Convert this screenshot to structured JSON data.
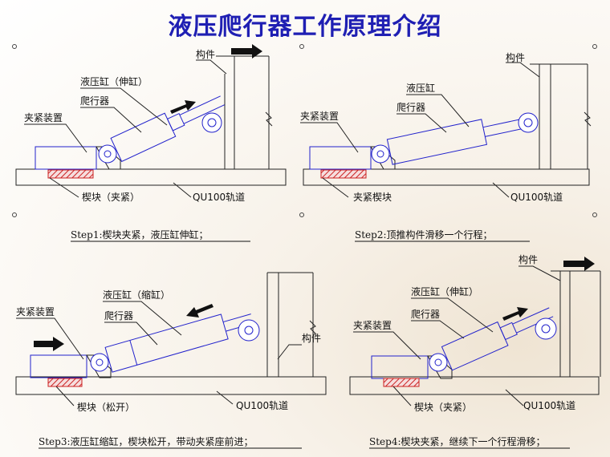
{
  "title": "液压爬行器工作原理介绍",
  "panel1": {
    "member": "构件",
    "cylinder": "液压缸（伸缸）",
    "crawler": "爬行器",
    "clamp": "夹紧装置",
    "wedge": "楔块（夹紧）",
    "rail": "QU100轨道",
    "caption": "Step1:楔块夹紧，液压缸伸缸；"
  },
  "panel2": {
    "member": "构件",
    "cylinder": "液压缸",
    "crawler": "爬行器",
    "clamp": "夹紧装置",
    "wedge": "夹紧楔块",
    "rail": "QU100轨道",
    "caption": "Step2:顶推构件滑移一个行程；"
  },
  "panel3": {
    "member": "构件",
    "cylinder": "液压缸（缩缸）",
    "crawler": "爬行器",
    "clamp": "夹紧装置",
    "wedge": "楔块（松开）",
    "rail": "QU100轨道",
    "caption": "Step3:液压缸缩缸，楔块松开，带动夹紧座前进；"
  },
  "panel4": {
    "member": "构件",
    "cylinder": "液压缸（伸缸）",
    "crawler": "爬行器",
    "clamp": "夹紧装置",
    "wedge": "楔块（夹紧）",
    "rail": "QU100轨道",
    "caption": "Step4:楔块夹紧，继续下一个行程滑移；"
  },
  "colors": {
    "title": "#1f1fb3",
    "outline": "#2222cc",
    "structure": "#222222",
    "hatch": "#cc2222"
  }
}
